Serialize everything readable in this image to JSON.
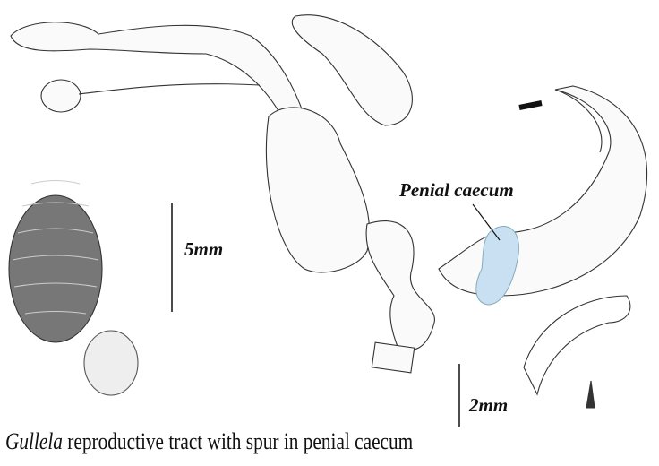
{
  "labels": {
    "penial_caecum": "Penial caecum",
    "scale_5mm": "5mm",
    "scale_2mm": "2mm"
  },
  "caption": {
    "genus": "Gullela",
    "rest": " reproductive tract with spur in penial caecum"
  },
  "colors": {
    "highlight": "#c8e0f2",
    "ink": "#222222"
  }
}
